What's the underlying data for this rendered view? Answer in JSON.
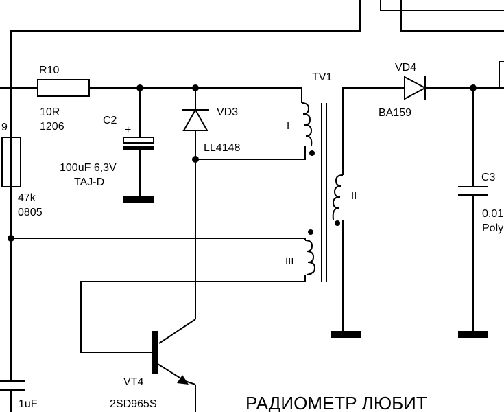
{
  "schematic": {
    "components": {
      "r10": {
        "ref": "R10",
        "value": "10R",
        "package": "1206"
      },
      "r9": {
        "ref_fragment": "9",
        "value": "47k",
        "package": "0805"
      },
      "c2": {
        "ref": "C2",
        "polarity": "+",
        "value": "100uF 6,3V",
        "package": "TAJ-D"
      },
      "vd3": {
        "ref": "VD3",
        "part": "LL4148"
      },
      "tv1": {
        "ref": "TV1",
        "winding_1": "I",
        "winding_2": "II",
        "winding_3": "III"
      },
      "vd4": {
        "ref": "VD4",
        "part": "BA159"
      },
      "c3": {
        "ref": "C3",
        "value_fragment": "0.01",
        "type_fragment": "Poly"
      },
      "vt4": {
        "ref": "VT4",
        "part": "2SD965S"
      },
      "c_bottom": {
        "value": "1uF"
      }
    },
    "title_text": "РАДИОМЕТР ЛЮБИТ"
  }
}
